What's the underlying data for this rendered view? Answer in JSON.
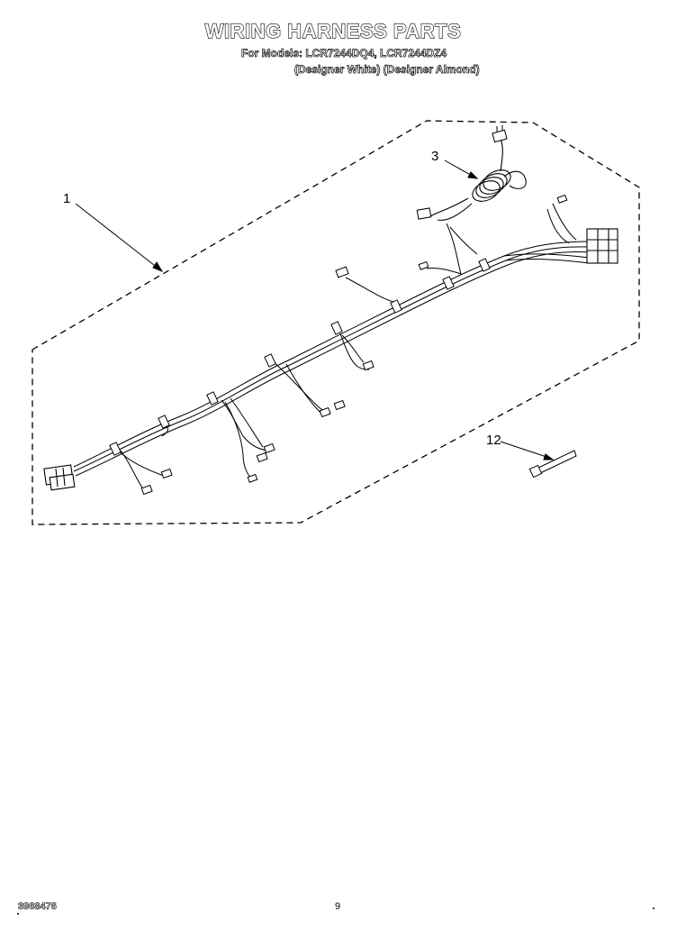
{
  "header": {
    "title": "WIRING HARNESS PARTS",
    "models_line": "For Models: LCR7244DQ4, LCR7244DZ4",
    "colors_line": "(Designer White) (Designer Almond)"
  },
  "callouts": {
    "item_1": "1",
    "item_3": "3",
    "item_12": "12"
  },
  "footer": {
    "doc_number": "3968476",
    "page_number": "9"
  },
  "colors": {
    "ink": "#000000",
    "paper": "#ffffff"
  }
}
